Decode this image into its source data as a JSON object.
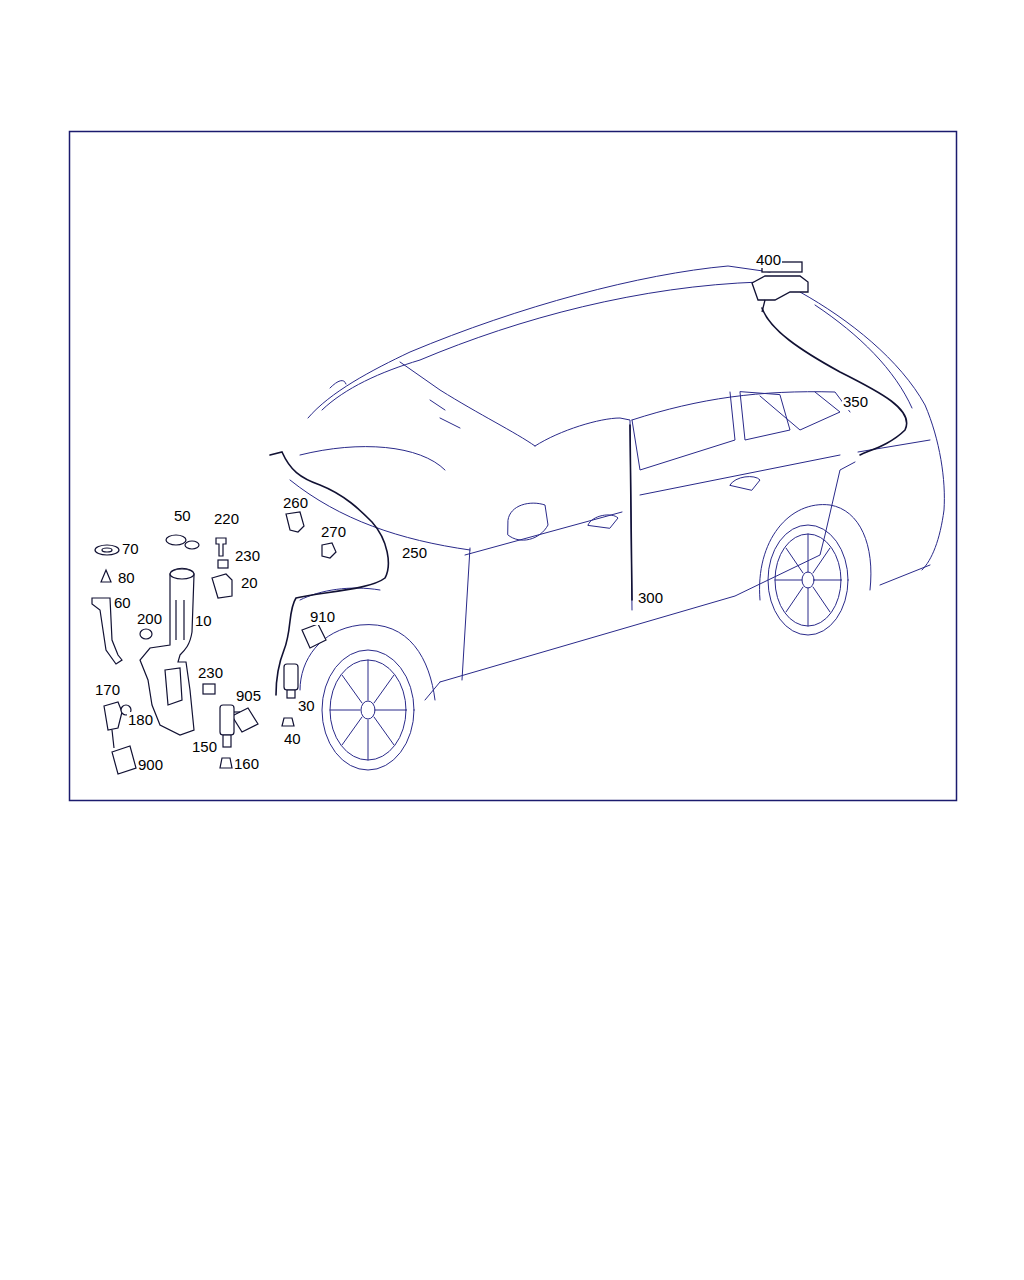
{
  "diagram": {
    "labels": [
      "400",
      "350",
      "260",
      "50",
      "220",
      "270",
      "70",
      "250",
      "230",
      "80",
      "20",
      "300",
      "60",
      "910",
      "200",
      "10",
      "230",
      "170",
      "905",
      "30",
      "180",
      "40",
      "150",
      "160",
      "900"
    ]
  }
}
